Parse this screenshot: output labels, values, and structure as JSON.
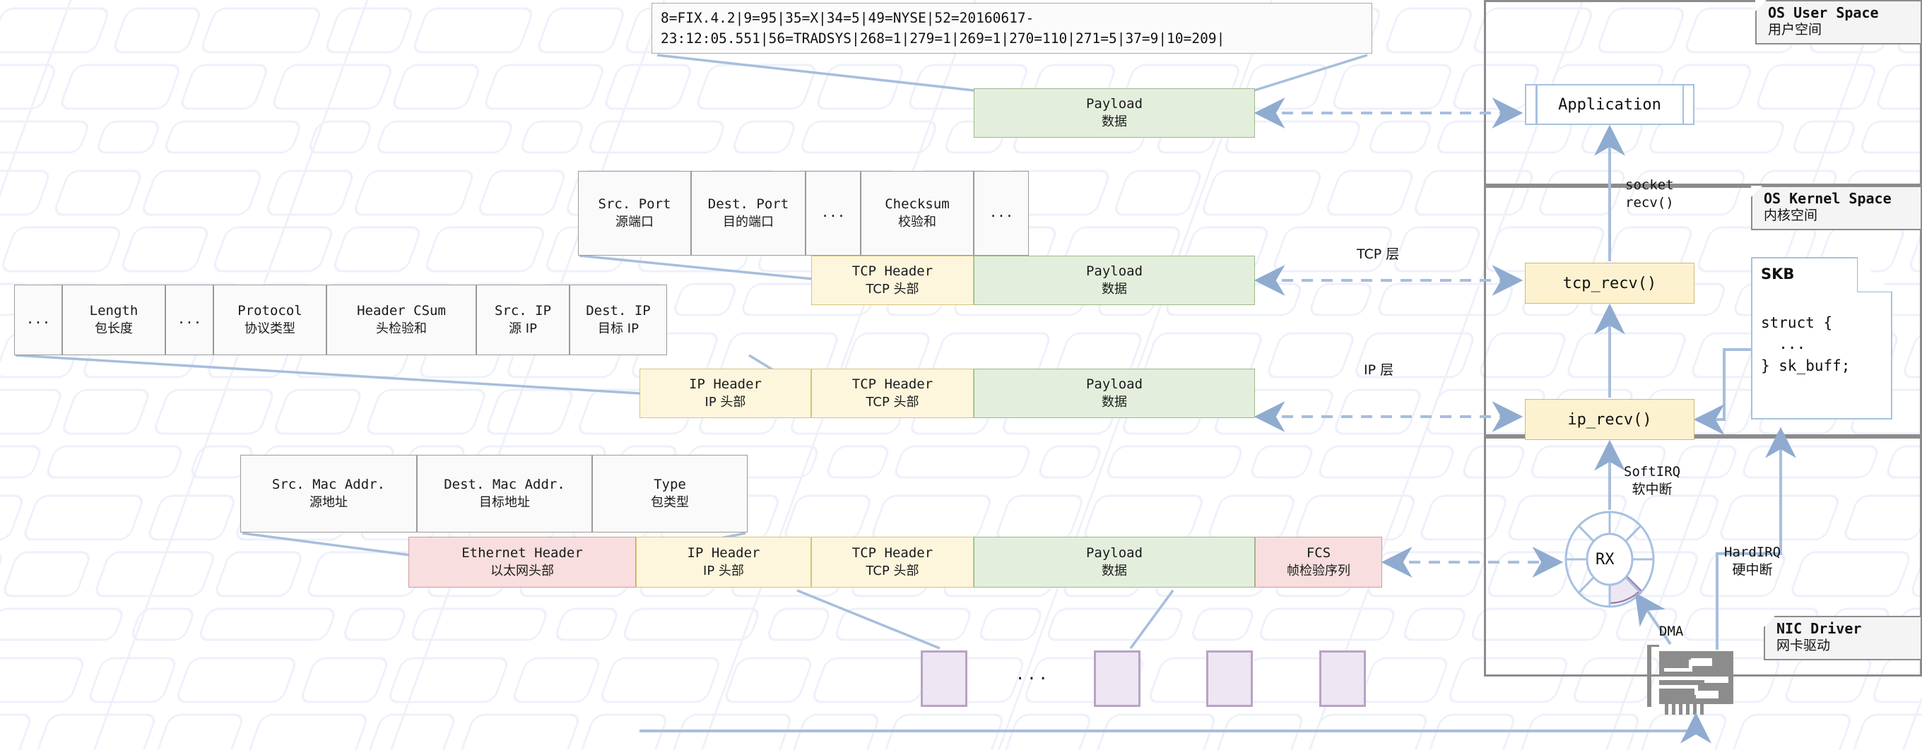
{
  "fix_message": {
    "text": "8=FIX.4.2|9=95|35=X|34=5|49=NYSE|52=20160617-\n23:12:05.551|56=TRADSYS|268=1|279=1|269=1|270=110|271=5|37=9|10=209|"
  },
  "tcp_header_fields": [
    {
      "en": "Src. Port",
      "cn": "源端口"
    },
    {
      "en": "Dest. Port",
      "cn": "目的端口"
    },
    {
      "en": "...",
      "cn": ""
    },
    {
      "en": "Checksum",
      "cn": "校验和"
    },
    {
      "en": "...",
      "cn": ""
    }
  ],
  "ip_header_fields": [
    {
      "en": "...",
      "cn": ""
    },
    {
      "en": "Length",
      "cn": "包长度"
    },
    {
      "en": "...",
      "cn": ""
    },
    {
      "en": "Protocol",
      "cn": "协议类型"
    },
    {
      "en": "Header CSum",
      "cn": "头检验和"
    },
    {
      "en": "Src. IP",
      "cn": "源 IP"
    },
    {
      "en": "Dest. IP",
      "cn": "目标 IP"
    }
  ],
  "ethernet_header_fields": [
    {
      "en": "Src. Mac Addr.",
      "cn": "源地址"
    },
    {
      "en": "Dest. Mac Addr.",
      "cn": "目标地址"
    },
    {
      "en": "Type",
      "cn": "包类型"
    }
  ],
  "stack_rows": {
    "payload_only": [
      {
        "en": "Payload",
        "cn": "数据",
        "color": "green"
      }
    ],
    "tcp_segment": [
      {
        "en": "TCP Header",
        "cn": "TCP 头部",
        "color": "yellow"
      },
      {
        "en": "Payload",
        "cn": "数据",
        "color": "green"
      }
    ],
    "ip_packet": [
      {
        "en": "IP Header",
        "cn": "IP 头部",
        "color": "yellow"
      },
      {
        "en": "TCP Header",
        "cn": "TCP 头部",
        "color": "yellow"
      },
      {
        "en": "Payload",
        "cn": "数据",
        "color": "green"
      }
    ],
    "ethernet_frame": [
      {
        "en": "Ethernet Header",
        "cn": "以太网头部",
        "color": "red"
      },
      {
        "en": "IP Header",
        "cn": "IP 头部",
        "color": "yellow"
      },
      {
        "en": "TCP Header",
        "cn": "TCP 头部",
        "color": "yellow"
      },
      {
        "en": "Payload",
        "cn": "数据",
        "color": "green"
      },
      {
        "en": "FCS",
        "cn": "帧检验序列",
        "color": "red"
      }
    ]
  },
  "layer_labels": {
    "tcp": "TCP 层",
    "ip": "IP 层"
  },
  "panels": [
    {
      "en": "OS User Space",
      "cn": "用户空间"
    },
    {
      "en": "OS Kernel Space",
      "cn": "内核空间"
    },
    {
      "en": "NIC Driver",
      "cn": "网卡驱动"
    }
  ],
  "os_nodes": {
    "application": "Application",
    "tcp_recv": "tcp_recv()",
    "ip_recv": "ip_recv()",
    "ring_buffer": "RX"
  },
  "skb": {
    "title": "SKB",
    "code": "struct {\n  ...\n} sk_buff;"
  },
  "flow_labels": {
    "socket_recv": {
      "l1": "socket",
      "l2": "recv()"
    },
    "softirq": {
      "en": "SoftIRQ",
      "cn": "软中断"
    },
    "hardirq": {
      "en": "HardIRQ",
      "cn": "硬中断"
    },
    "dma": {
      "en": "DMA",
      "cn": ""
    }
  },
  "packet_stream": {
    "ellipsis": "...",
    "count": 4
  },
  "colors": {
    "green": "#e3efdc",
    "yellow": "#fdf6dd",
    "red": "#f8dede",
    "purple": "#eee6f2",
    "blue_line": "#a7bedd",
    "panel_border": "#8c8c8c"
  }
}
